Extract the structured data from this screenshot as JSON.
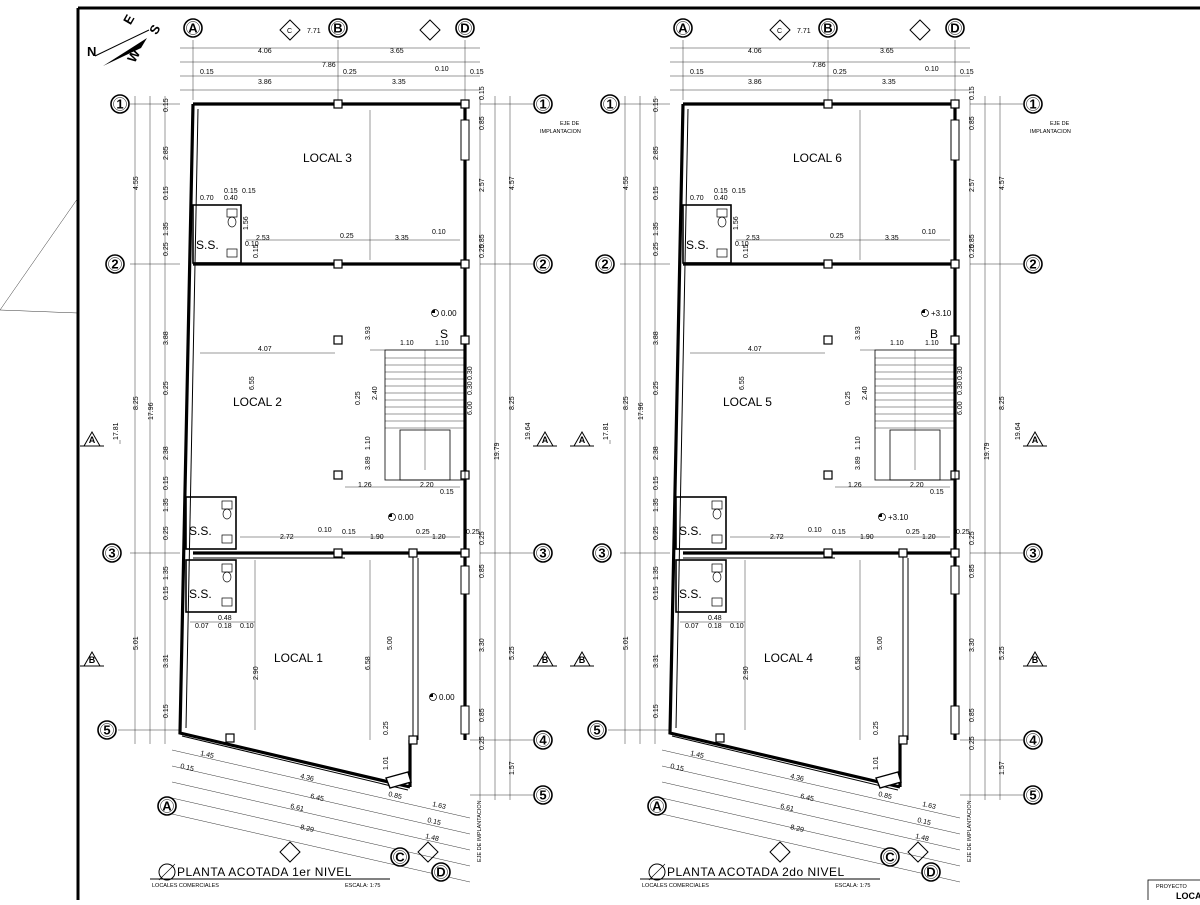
{
  "plans": [
    {
      "id": "plan-1",
      "title": "PLANTA ACOTADA 1er NIVEL",
      "subtitle": "LOCALES COMERCIALES",
      "scale": "ESCALA:   1:75",
      "rooms": [
        "LOCAL 3",
        "LOCAL 2",
        "LOCAL 1"
      ],
      "restrooms": [
        "S.S.",
        "S.S.",
        "S.S."
      ],
      "levels": [
        "0.00",
        "0.00",
        "0.00"
      ],
      "stair_mark": "S"
    },
    {
      "id": "plan-2",
      "title": "PLANTA ACOTADA 2do NIVEL",
      "subtitle": "LOCALES COMERCIALES",
      "scale": "ESCALA:   1:75",
      "rooms": [
        "LOCAL 6",
        "LOCAL 5",
        "LOCAL 4"
      ],
      "restrooms": [
        "S.S.",
        "S.S.",
        "S.S."
      ],
      "levels": [
        "+3.10",
        "+3.10",
        ""
      ],
      "stair_mark": "B"
    }
  ],
  "axes": {
    "columns": [
      "A",
      "B",
      "C",
      "D"
    ],
    "rows": [
      "1",
      "2",
      "3",
      "4",
      "5"
    ]
  },
  "section_marks": [
    "A",
    "B"
  ],
  "labels": {
    "eje_implantacion": [
      "EJE DE",
      "IMPLANTACION"
    ],
    "eje_implantacion_vertical": "EJE DE IMPLANTACION",
    "proyecto": "PROYECTO",
    "proyecto_value": "LOCA"
  },
  "north": {
    "letters": [
      "N",
      "E",
      "S",
      "W"
    ]
  },
  "dims": {
    "top_row1": [
      "4.06",
      "3.65"
    ],
    "top_row2": [
      "7.86"
    ],
    "top_row3": [
      "0.15",
      "3.86",
      "0.25",
      "3.35",
      "0.10",
      "0.15"
    ],
    "top_b_marker": "7.71",
    "left_outer": [
      "4.55",
      "8.25",
      "5.01"
    ],
    "left_total": "17.81",
    "left_mid": [
      "17.96"
    ],
    "left_inner": [
      "0.15",
      "2.85",
      "0.15",
      "1.35",
      "0.25",
      "3.88",
      "0.25",
      "2.38",
      "0.15",
      "1.35",
      "0.25",
      "1.35",
      "0.15",
      "3.31",
      "0.15"
    ],
    "right_outer": [
      "4.57",
      "8.25",
      "5.25",
      "1.57"
    ],
    "right_total": "19.64",
    "right_mid": "19.79",
    "right_inner": [
      "0.85",
      "0.15",
      "2.57",
      "0.85",
      "0.25",
      "0.25",
      "0.85",
      "3.30",
      "0.85",
      "0.25"
    ],
    "interior": [
      "2.53",
      "0.25",
      "3.35",
      "0.10",
      "4.07",
      "1.10",
      "1.10",
      "2.40",
      "6.55",
      "3.93",
      "2.20",
      "1.26",
      "0.15",
      "2.72",
      "0.10",
      "0.15",
      "1.90",
      "0.25",
      "1.20",
      "0.25",
      "5.00",
      "6.58",
      "2.90",
      "3.89",
      "1.10",
      "0.25",
      "0.25"
    ],
    "toilet": [
      "0.70",
      "0.15",
      "0.40",
      "0.15",
      "1.56",
      "0.10",
      "0.15",
      "0.48",
      "0.18",
      "0.10",
      "0.07"
    ],
    "bottom_diag": [
      "1.45",
      "0.15",
      "4.36",
      "6.45",
      "6.61",
      "8.29",
      "0.85",
      "1.63",
      "0.15",
      "1.48"
    ],
    "bottom_vert": [
      "0.25",
      "1.01"
    ],
    "stair_side": [
      "0.30",
      "0.30",
      "6.00"
    ]
  }
}
